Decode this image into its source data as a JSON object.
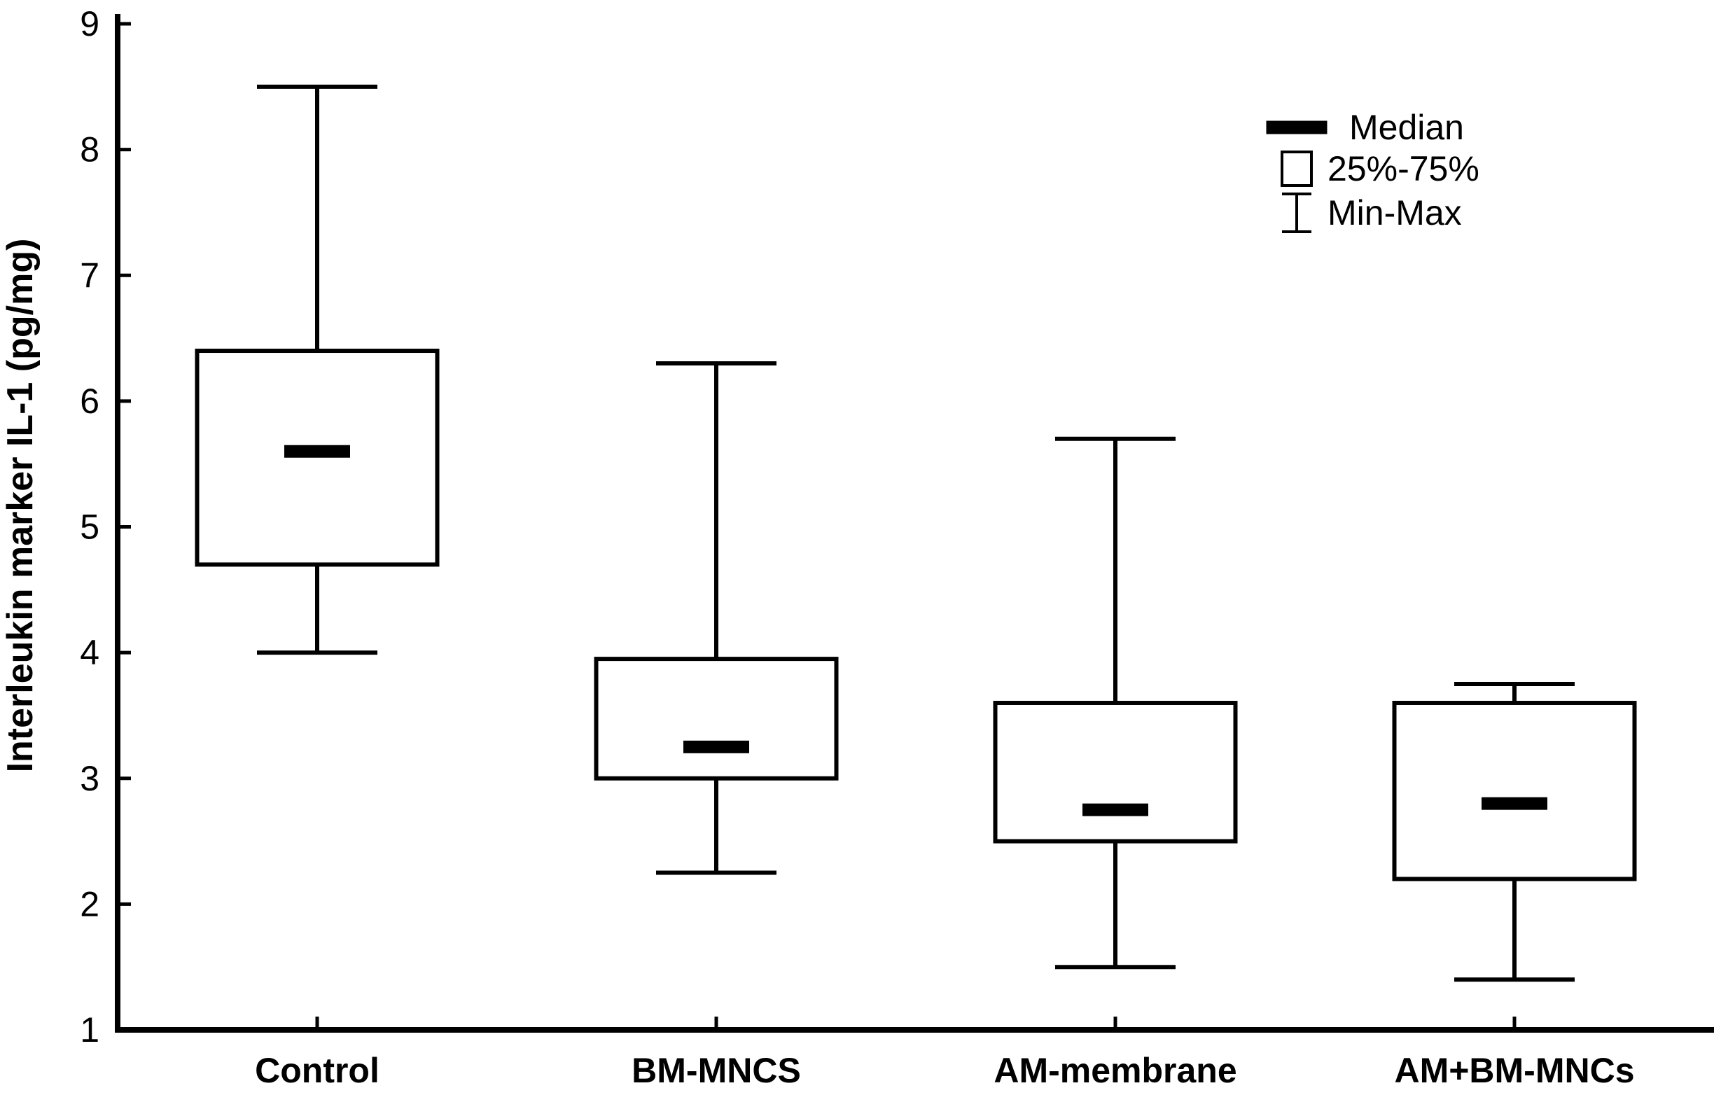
{
  "figure": {
    "background": "#ffffff",
    "ink": "#000000"
  },
  "chart_data": {
    "type": "box",
    "title": "",
    "xlabel": "",
    "ylabel": "Interleukin marker IL-1 (pg/mg)",
    "ylim": [
      1,
      9
    ],
    "yticks": [
      1,
      2,
      3,
      4,
      5,
      6,
      7,
      8,
      9
    ],
    "grid": false,
    "categories": [
      "Control",
      "BM-MNCS",
      "AM-membrane",
      "AM+BM-MNCs"
    ],
    "series": [
      {
        "name": "Control",
        "min": 4.0,
        "q1": 4.7,
        "median": 5.6,
        "q3": 6.4,
        "max": 8.5
      },
      {
        "name": "BM-MNCS",
        "min": 2.25,
        "q1": 3.0,
        "median": 3.25,
        "q3": 3.95,
        "max": 6.3
      },
      {
        "name": "AM-membrane",
        "min": 1.5,
        "q1": 2.5,
        "median": 2.75,
        "q3": 3.6,
        "max": 5.7
      },
      {
        "name": "AM+BM-MNCs",
        "min": 1.4,
        "q1": 2.2,
        "median": 2.8,
        "q3": 3.6,
        "max": 3.75
      }
    ],
    "legend": {
      "position": "top-right",
      "items": [
        {
          "label": "Median",
          "swatch": "median-bar"
        },
        {
          "label": "25%-75%",
          "swatch": "box"
        },
        {
          "label": "Min-Max",
          "swatch": "whisker"
        }
      ]
    }
  }
}
